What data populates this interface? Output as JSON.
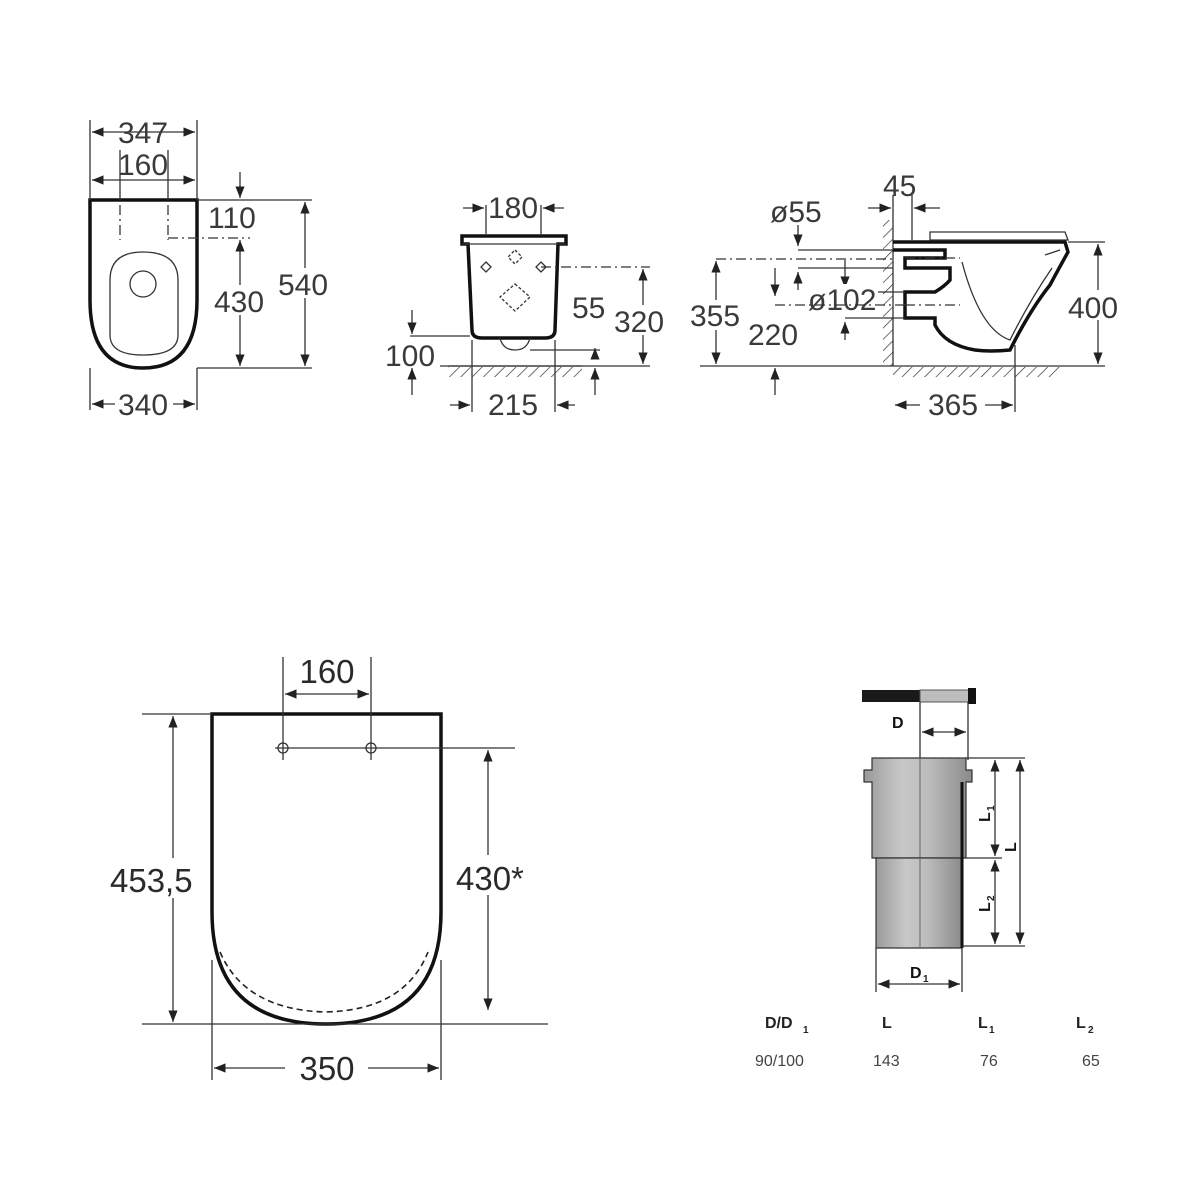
{
  "top_row": {
    "front_view": {
      "width_top": "347",
      "hole_spacing": "160",
      "top_offset": "110",
      "hole_to_bottom": "430",
      "total_height": "540",
      "width_bottom": "340"
    },
    "rear_view": {
      "bracket_width": "180",
      "pipe_offset": "55",
      "outlet_height": "320",
      "floor_gap": "100",
      "base_width": "215"
    },
    "side_view": {
      "wall_offset": "45",
      "inlet_diameter": "ø55",
      "outlet_diameter": "ø102",
      "inlet_height": "355",
      "outlet_height": "220",
      "bowl_height": "400",
      "projection": "365"
    }
  },
  "seat_view": {
    "hole_spacing": "160",
    "overall_height": "453,5",
    "hole_height": "430*",
    "width": "350"
  },
  "pipe_diagram": {
    "label_D": "D",
    "label_L1": "L",
    "label_L1_sub": "1",
    "label_L": "L",
    "label_L2": "L",
    "label_L2_sub": "2",
    "label_D1": "D",
    "label_D1_sub": "1"
  },
  "spec_table": {
    "headers": [
      {
        "main": "D/D",
        "sub": "1"
      },
      {
        "main": "L",
        "sub": ""
      },
      {
        "main": "L",
        "sub": "1"
      },
      {
        "main": "L",
        "sub": "2"
      }
    ],
    "values": [
      "90/100",
      "143",
      "76",
      "65"
    ]
  }
}
